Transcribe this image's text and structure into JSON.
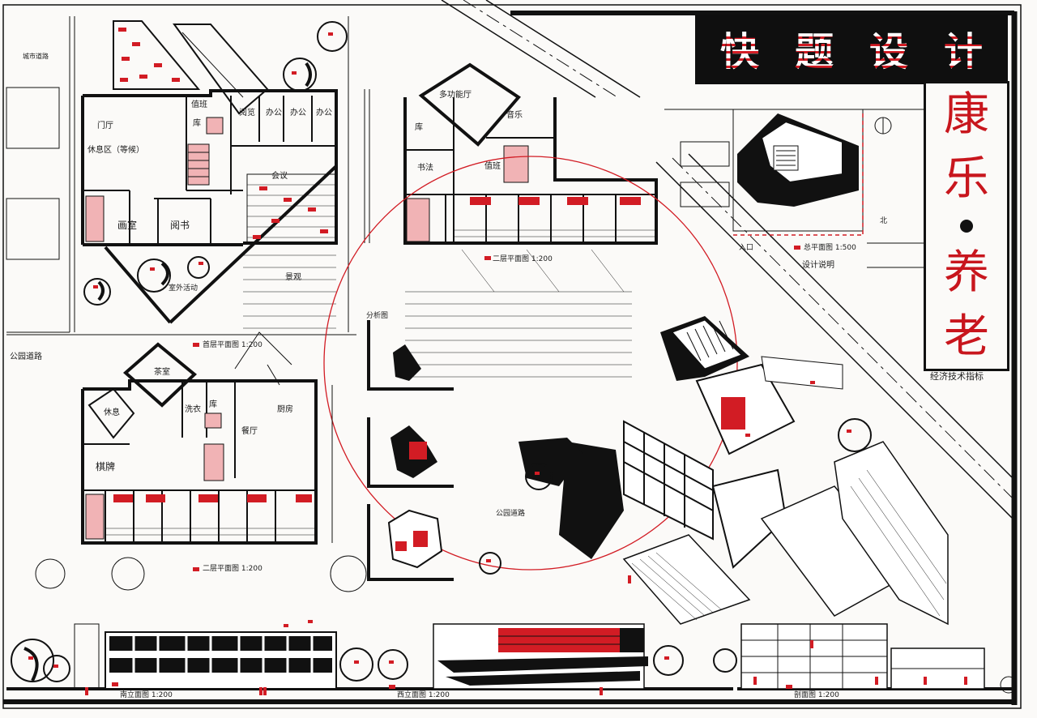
{
  "sheet": {
    "title_chars": [
      "快",
      "题",
      "设",
      "计"
    ],
    "subtitle_chars": [
      "康",
      "乐",
      "养",
      "老"
    ],
    "note": "经济技术指标"
  },
  "labels": {
    "lobby": "门厅",
    "reception": "休息区（等候）",
    "office": "值班",
    "room1": "阅览",
    "room2": "办公",
    "room3": "办公",
    "room4": "办公",
    "meeting": "会议",
    "storage": "库",
    "studio": "画室",
    "library": "阅书",
    "multi_hall": "多功能厅",
    "music": "音乐",
    "calligraphy": "书法",
    "storage2": "库",
    "guard": "值班",
    "activity": "室外活动",
    "ground_plan": "首层平面图 1:200",
    "second_plan_top": "二层平面图 1:200",
    "site_plan": "总平面图 1:500",
    "site_note": "设计说明",
    "road": "公园道路",
    "road2": "公园道路",
    "tea": "茶室",
    "chess": "棋牌",
    "dining": "餐厅",
    "kitchen": "厨房",
    "rest": "休息",
    "wash": "洗衣",
    "storage3": "库",
    "second_plan": "二层平面图 1:200",
    "analysis": "分析图",
    "south_elev": "南立面图 1:200",
    "west_elev": "西立面图 1:200",
    "section": "剖面图 1:200",
    "green": "景观",
    "park_road_top": "城市道路",
    "entry": "入口",
    "north": "北"
  },
  "colors": {
    "accent": "#d21c24",
    "ink": "#111111",
    "paper": "#fbfaf8",
    "pink": "#f1b3b5"
  }
}
